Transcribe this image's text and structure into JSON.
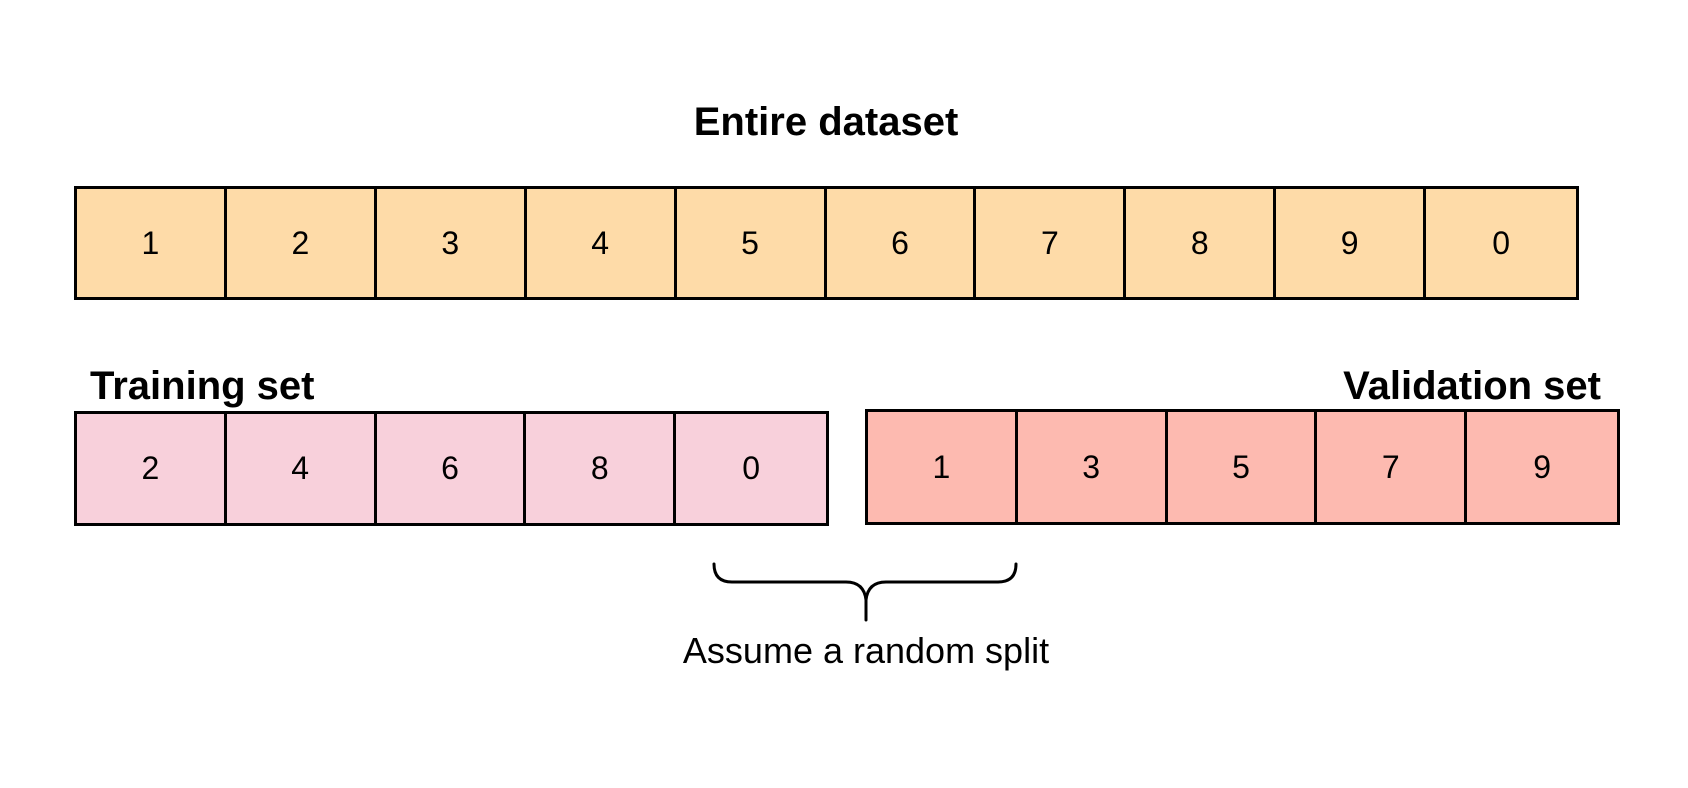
{
  "title": "Entire dataset",
  "entire_set": {
    "cells": [
      "1",
      "2",
      "3",
      "4",
      "5",
      "6",
      "7",
      "8",
      "9",
      "0"
    ]
  },
  "training_set": {
    "label": "Training set",
    "cells": [
      "2",
      "4",
      "6",
      "8",
      "0"
    ]
  },
  "validation_set": {
    "label": "Validation set",
    "cells": [
      "1",
      "3",
      "5",
      "7",
      "9"
    ]
  },
  "note": "Assume a random split",
  "colors": {
    "entire_fill": "#fedba8",
    "training_fill": "#f8d0db",
    "validation_fill": "#fdbab0",
    "border": "#000000"
  }
}
